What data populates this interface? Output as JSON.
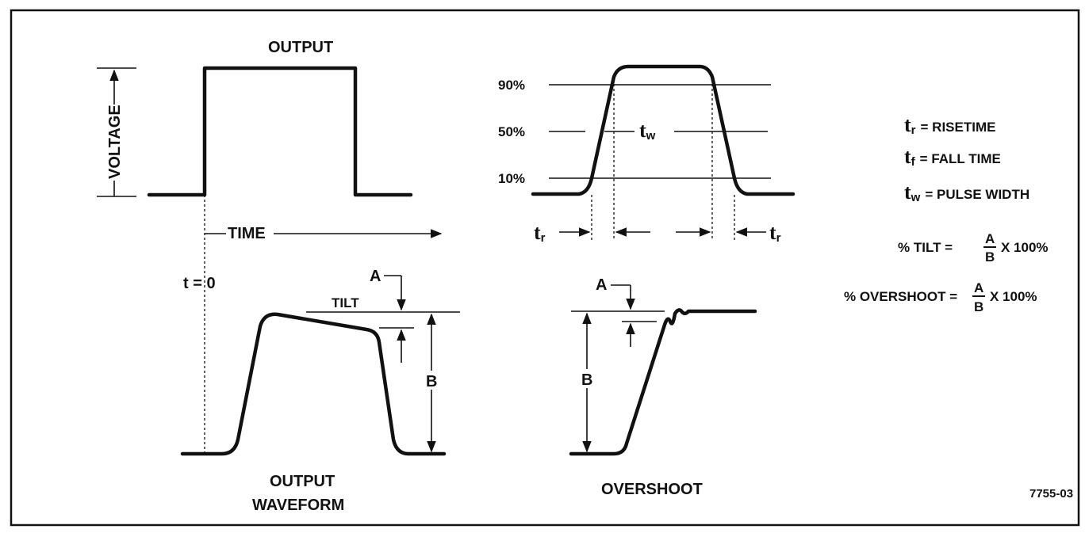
{
  "top_left": {
    "title": "OUTPUT",
    "y_label": "VOLTAGE",
    "x_label": "TIME",
    "t0_label": "t = 0"
  },
  "top_right": {
    "levels": [
      "90%",
      "50%",
      "10%"
    ],
    "tw_symbol": "t",
    "tw_sub": "w",
    "tr_symbol": "t",
    "tr_sub": "r"
  },
  "bottom_left": {
    "tilt_label": "TILT",
    "a_label": "A",
    "b_label": "B",
    "caption_line1": "OUTPUT",
    "caption_line2": "WAVEFORM"
  },
  "bottom_right": {
    "a_label": "A",
    "b_label": "B",
    "caption": "OVERSHOOT"
  },
  "legend": {
    "rise": {
      "sym": "t",
      "sub": "r",
      "text": "= RISETIME"
    },
    "fall": {
      "sym": "t",
      "sub": "f",
      "text": "= FALL TIME"
    },
    "width": {
      "sym": "t",
      "sub": "w",
      "text": "= PULSE WIDTH"
    },
    "tilt": {
      "prefix": "% TILT =",
      "num": "A",
      "den": "B",
      "suffix": "X 100%"
    },
    "overshoot": {
      "prefix": "% OVERSHOOT =",
      "num": "A",
      "den": "B",
      "suffix": "X 100%"
    }
  },
  "figure_id": "7755-03"
}
